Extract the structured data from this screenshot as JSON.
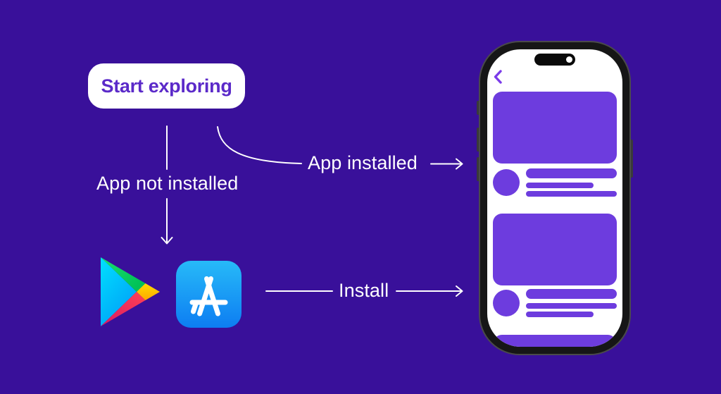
{
  "colors": {
    "background": "#39109A",
    "accent": "#6D3CDE",
    "button_background": "#FFFFFF",
    "button_text": "#5B2AC9",
    "label_text": "#FFFFFF",
    "connector": "#FFFFFF",
    "phone_frame": "#161616",
    "phone_frame_edge": "#4A4A4A",
    "phone_screen": "#FFFFFF",
    "dynamic_island": "#0A0A0A",
    "back_chevron": "#7B3BE9"
  },
  "flow": {
    "start_button": {
      "label": "Start exploring"
    },
    "labels": {
      "app_not_installed": "App not installed",
      "app_installed": "App installed",
      "install": "Install"
    }
  },
  "store_icons": {
    "google_play": {
      "name": "google-play-icon",
      "colors": {
        "cyan_top": "#00E0FE",
        "cyan_bottom": "#00A1F8",
        "green_top": "#1BDF6E",
        "green_bottom": "#00C157",
        "yellow_top": "#FFDC00",
        "yellow_bottom": "#FFA700",
        "red_top": "#FF4154",
        "red_bottom": "#D91A64"
      }
    },
    "app_store": {
      "name": "app-store-icon",
      "colors": {
        "background_top": "#27BAF8",
        "background_bottom": "#0D7DF2",
        "glyph": "#FFFFFF"
      }
    }
  },
  "phone": {
    "back_icon": "chevron-left-icon",
    "placeholder_color": "#6D3CDE"
  }
}
